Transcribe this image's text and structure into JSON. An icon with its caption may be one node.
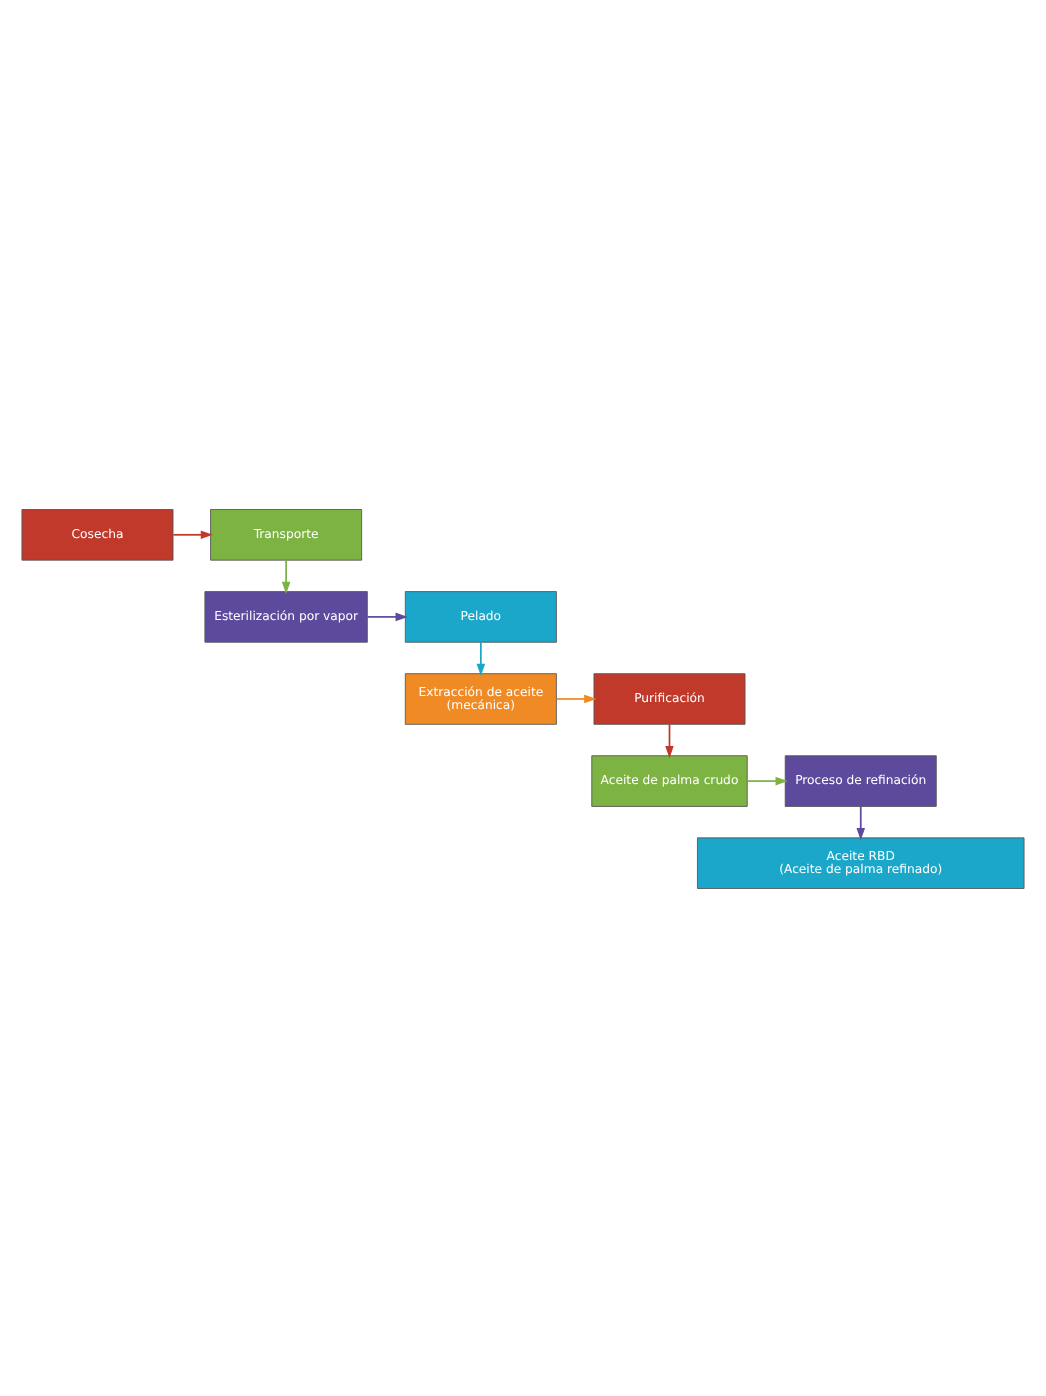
{
  "diagram": {
    "nodes": [
      {
        "text": [
          "Cosecha"
        ]
      },
      {
        "text": [
          "Transporte"
        ]
      },
      {
        "text": [
          "Esterilización por vapor"
        ]
      },
      {
        "text": [
          "Pelado"
        ]
      },
      {
        "text": [
          "Extracción de aceite",
          "(mecánica)"
        ]
      },
      {
        "text": [
          "Purificación"
        ]
      },
      {
        "text": [
          "Aceite de palma crudo"
        ]
      },
      {
        "text": [
          "Proceso de refinación"
        ]
      },
      {
        "text": [
          "Aceite RBD",
          "(Aceite de palma refinado)"
        ]
      }
    ],
    "edges": [
      {
        "from": 0,
        "to": 1,
        "arrow": "to",
        "color": "#c0392b"
      },
      {
        "from": 1,
        "to": 2,
        "arrow": "to",
        "color": "#7cb342"
      },
      {
        "from": 2,
        "to": 3,
        "arrow": "to",
        "color": "#5e4a9c"
      },
      {
        "from": 3,
        "to": 4,
        "arrow": "to",
        "color": "#1aa7c9"
      },
      {
        "from": 4,
        "to": 5,
        "arrow": "to",
        "color": "#f08a24"
      },
      {
        "from": 5,
        "to": 6,
        "arrow": "to",
        "color": "#c0392b"
      },
      {
        "from": 6,
        "to": 7,
        "arrow": "to",
        "color": "#7cb342"
      },
      {
        "from": 7,
        "to": 8,
        "arrow": "to",
        "color": "#5e4a9c"
      }
    ]
  }
}
